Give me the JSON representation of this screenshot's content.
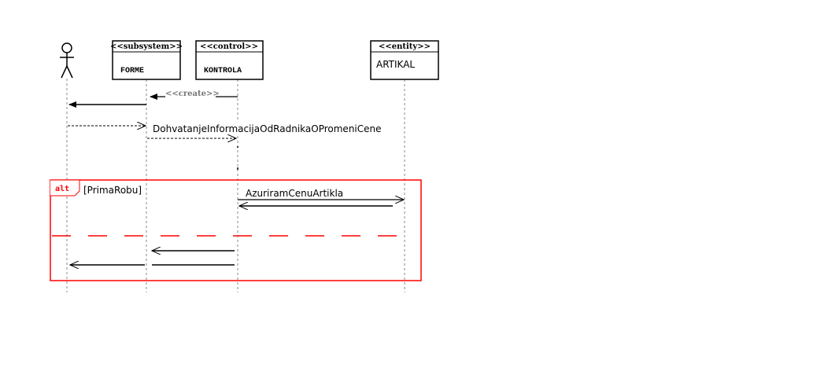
{
  "participants": {
    "actor": {
      "name": ""
    },
    "forme": {
      "stereotype": "<<subsystem>>",
      "name": "FORME"
    },
    "kontrola": {
      "stereotype": "<<control>>",
      "name": "KONTROLA"
    },
    "artikal": {
      "stereotype": "<<entity>>",
      "name": "ARTIKAL"
    }
  },
  "messages": {
    "create": "<<create>>",
    "dohvatanje": "DohvatanjeInformacijaOdRadnikaOPromeniCene",
    "azuriram": "AzuriramCenuArtikla"
  },
  "fragment": {
    "operator": "alt",
    "guard": "[PrimaRobu]"
  },
  "colors": {
    "fragment": "#ff0000",
    "lifeline": "#888888",
    "line": "#000000"
  }
}
